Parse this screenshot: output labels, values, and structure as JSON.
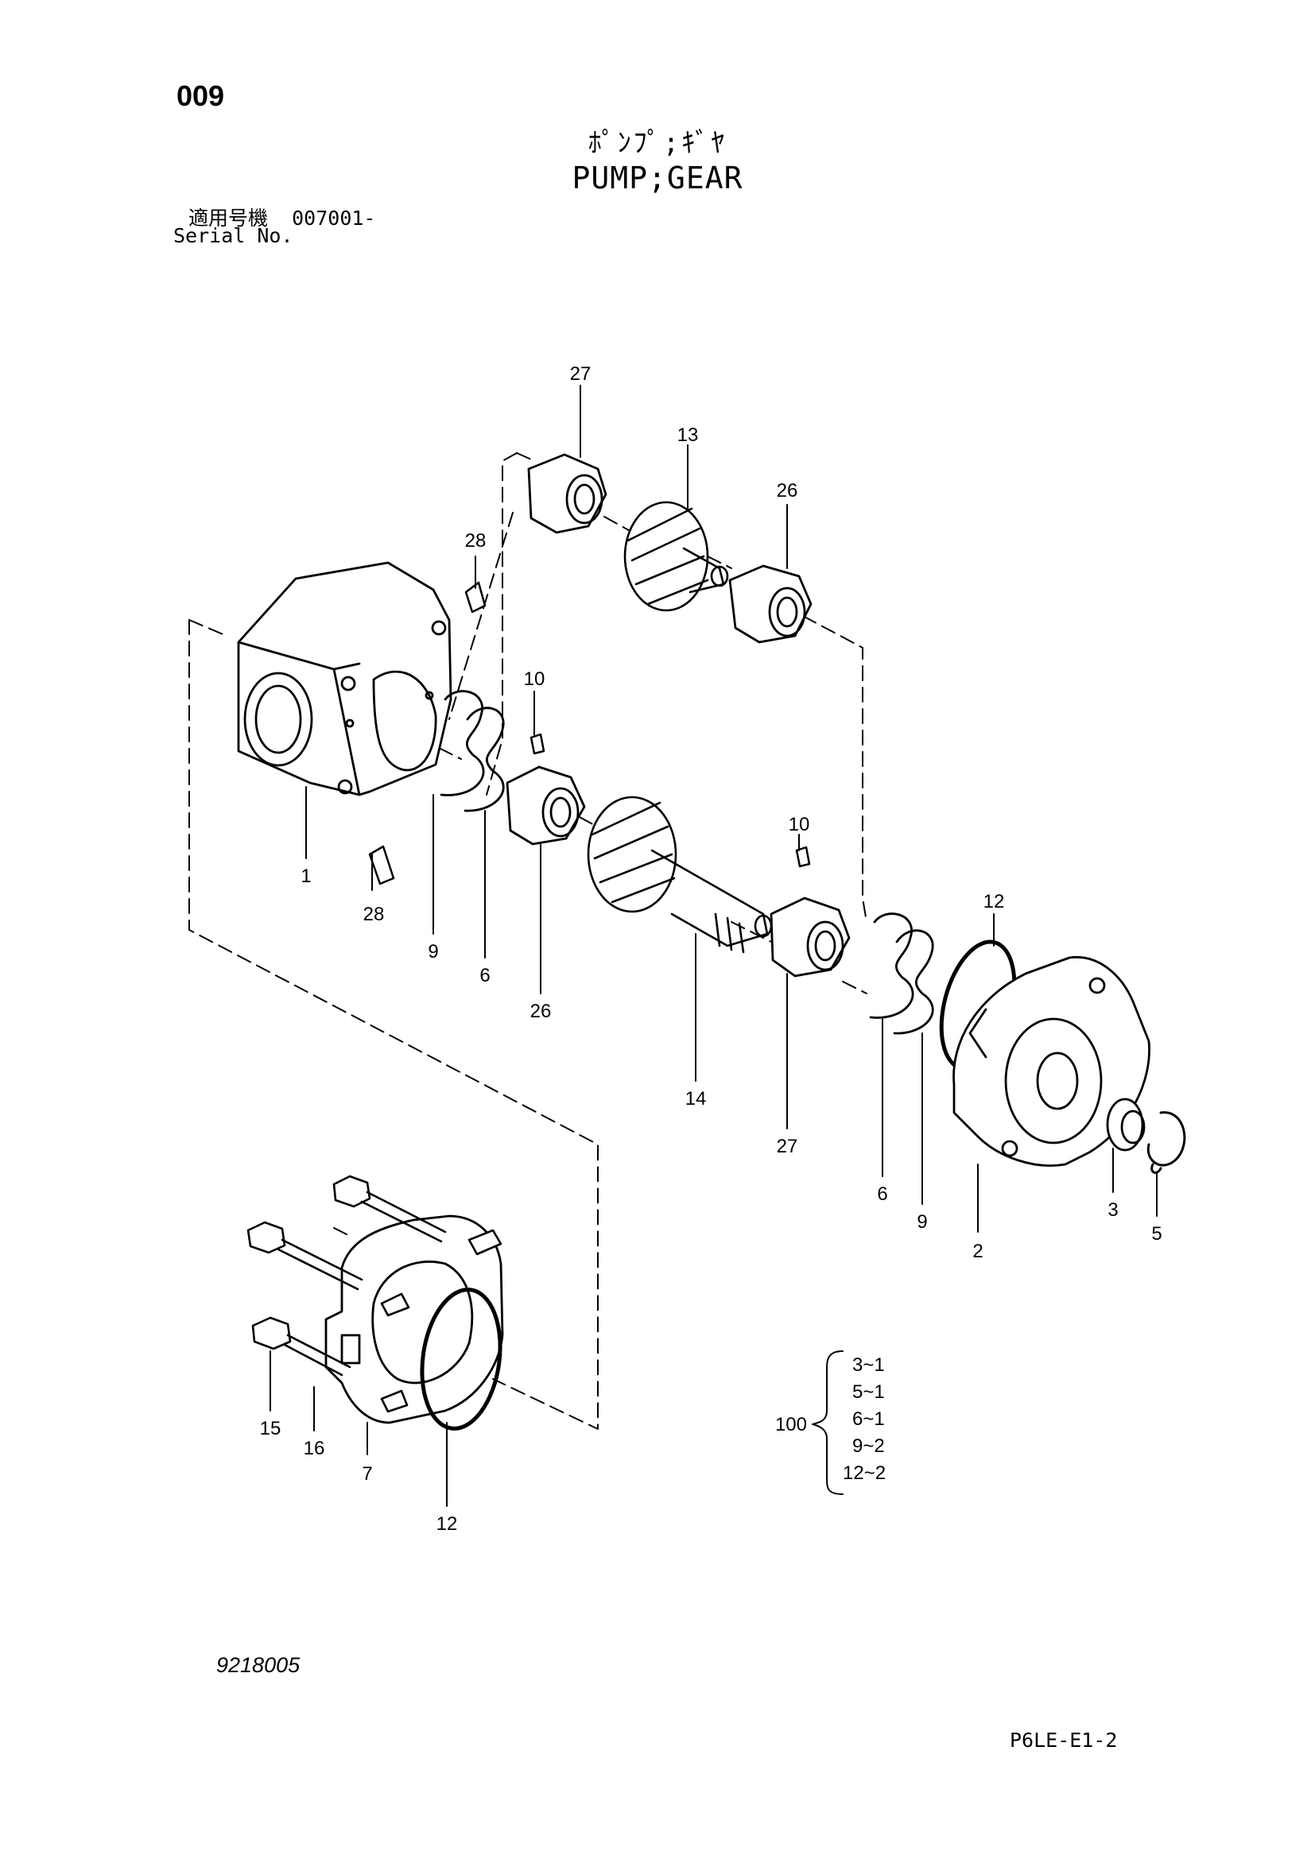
{
  "header": {
    "page_number": "009",
    "title_jp": "ﾎﾟﾝﾌﾟ;ｷﾞﾔ",
    "title_en": "PUMP;GEAR",
    "serial_label_jp": "適用号機",
    "serial_value": "007001-",
    "serial_label_en": "Serial No."
  },
  "callouts": [
    {
      "id": "c27a",
      "label": "27"
    },
    {
      "id": "c13",
      "label": "13"
    },
    {
      "id": "c26a",
      "label": "26"
    },
    {
      "id": "c28a",
      "label": "28"
    },
    {
      "id": "c10a",
      "label": "10"
    },
    {
      "id": "c1",
      "label": "1"
    },
    {
      "id": "c28b",
      "label": "28"
    },
    {
      "id": "c9a",
      "label": "9"
    },
    {
      "id": "c6a",
      "label": "6"
    },
    {
      "id": "c26b",
      "label": "26"
    },
    {
      "id": "c10b",
      "label": "10"
    },
    {
      "id": "c12a",
      "label": "12"
    },
    {
      "id": "c14",
      "label": "14"
    },
    {
      "id": "c27b",
      "label": "27"
    },
    {
      "id": "c6b",
      "label": "6"
    },
    {
      "id": "c9b",
      "label": "9"
    },
    {
      "id": "c2",
      "label": "2"
    },
    {
      "id": "c3",
      "label": "3"
    },
    {
      "id": "c5",
      "label": "5"
    },
    {
      "id": "c15",
      "label": "15"
    },
    {
      "id": "c16",
      "label": "16"
    },
    {
      "id": "c7",
      "label": "7"
    },
    {
      "id": "c12b",
      "label": "12"
    }
  ],
  "kit": {
    "label": "100",
    "items": [
      "3~1",
      "5~1",
      "6~1",
      "9~2",
      "12~2"
    ]
  },
  "footer": {
    "drawing_number": "9218005",
    "page_code": "P6LE-E1-2"
  }
}
